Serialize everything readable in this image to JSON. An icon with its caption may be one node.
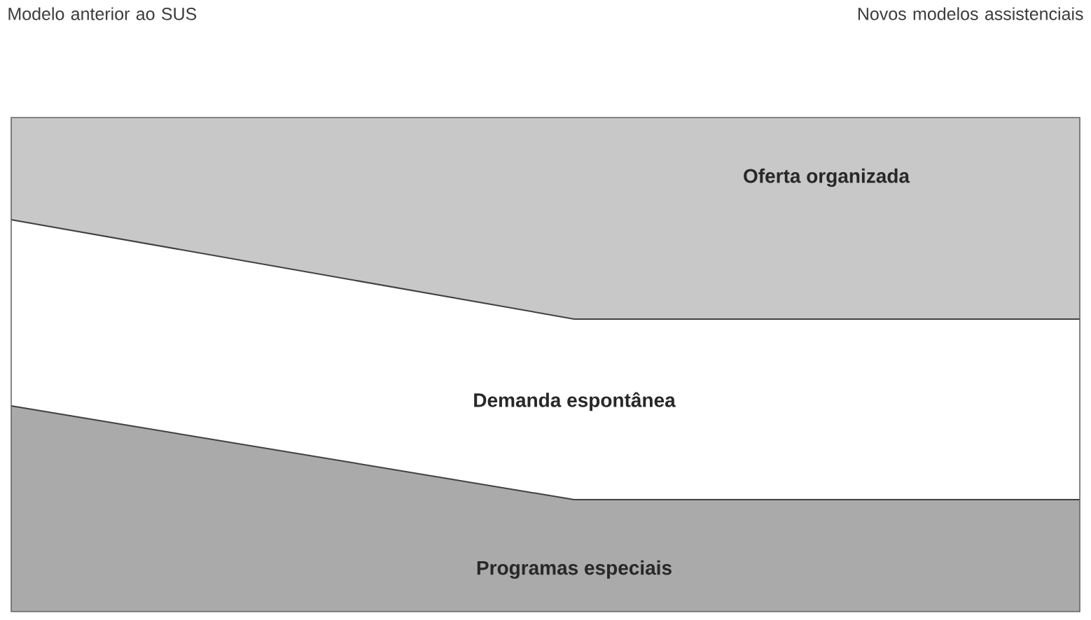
{
  "diagram": {
    "nodes": [
      {
        "text": [
          "Oferta organizada"
        ]
      },
      {
        "text": [
          "Demanda espontânea"
        ]
      },
      {
        "text": [
          "Programas especiais"
        ]
      }
    ],
    "labels": [
      "Modelo anterior ao SUS",
      "Novos modelos assistenciais"
    ]
  }
}
